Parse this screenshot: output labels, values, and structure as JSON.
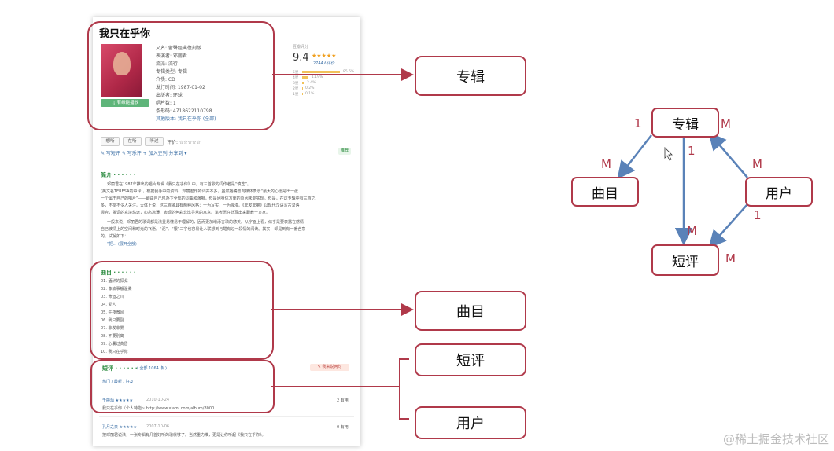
{
  "screenshot": {
    "album_title": "我只在乎你",
    "info_lines": [
      "又名: 留聲經典復刻版",
      "表演者: 邓丽君",
      "流派: 流行",
      "专辑类型: 专辑",
      "介质: CD",
      "发行时间: 1987-01-02",
      "出版者: 环球",
      "唱片数: 1",
      "条形码: 4718622110798",
      "其他版本: 我只在乎你 (全部)"
    ],
    "download_label": "♫ 有缘能播放",
    "rating_label": "豆瓣评分",
    "rating_value": "9.4",
    "rating_count": "2744人评价",
    "star_rows": [
      "5星",
      "4星",
      "3星",
      "2星",
      "1星"
    ],
    "star_pcts": [
      "85.6%",
      "11.9%",
      "2.4%",
      "0.2%",
      "0.1%"
    ],
    "actions": [
      "想听",
      "在听",
      "听过"
    ],
    "my_rating": "评价: ☆☆☆☆☆",
    "links": "✎ 写短评   ✎ 写乐评   + 加入豆列   分享到 ▾",
    "recommend": "推荐",
    "intro_title": "简介 · · · · · ·",
    "intro_lines": [
      "邓丽君在1987年推出的唱片专辑《我只在乎你》中，有三首歌的词作者是“慎芝”。",
      "(英文名TERESA的中译)，根据我手中的资料，邓丽君作的词并不多，虽然她确曾向媒体表示“最大的心愿是出一张",
      "一个属于自己的唱片”——即由自己包办下全部的词曲和演唱，但是因身体方面的原因未能实现。但是，在这专辑中有三首之",
      "多，不能不令人关注。大体上说，这三首歌具有两种风格：一为写实，一为浪漫。《非发非雾》以现代汉语写古汉语",
      "混合，歌词的意境悠远，心态凉薄，表现的色彩非比寻常的寓意。笔者愿在此写出来跟教于方家。",
      "一般来说，邓丽君的歌词都是浅显易懂易于理解的，因而更加增添言歌的悲美。从字面上看，似乎是要表露在感情",
      "自己被情上的空间和时光的飞逝。“泥”、“银”二字也容易让人联想到与酣有过一段情的阅读。其实，却是到有一番含意",
      "的。试解如下：",
      "“把... (展开全部)"
    ],
    "tracks_title": "曲目 · · · · · ·",
    "tracks": [
      "01. 酒醉的探戈",
      "02. 像故事般温柔",
      "03. 命运之川",
      "04. 爱人",
      "05. 午夜微风",
      "06. 我只要副",
      "07. 非发非雾",
      "08. 不要别离",
      "09. 心囊过黄昏",
      "10. 我只在乎你"
    ],
    "reviews_title": "短评 · · · · · ·",
    "reviews_count": "( 全部 1064 条 )",
    "reviews_button": "✎ 我来说两句",
    "reviews_tabs": "热门 / 最新 / 好友",
    "review1_user": "千般灿 ★★★★★",
    "review1_date": "2010-10-24",
    "review1_useful": "2 有用",
    "review1_text": "我只在乎你（个人特指~ http://www.xiami.com/album/8000",
    "review2_user": "孔月之泉 ★★★★★",
    "review2_date": "2007-10-06",
    "review2_useful": "0 有用",
    "review2_text": "按邓丽君说法，一张专辑有几首好听的歌就够了。当然重力推，更是让你听起《我只在乎你》。"
  },
  "callouts": {
    "album": "专辑",
    "tracks": "曲目",
    "short_review": "短评",
    "user": "用户"
  },
  "er_diagram": {
    "nodes": {
      "album": "专辑",
      "track": "曲目",
      "user": "用户",
      "review": "短评"
    },
    "cardinalities": {
      "album_left": "1",
      "album_right": "M",
      "track_top": "M",
      "album_down": "1",
      "review_top": "M",
      "user_top": "M",
      "user_down": "1",
      "review_right": "M"
    }
  },
  "colors": {
    "callout_border": "#b0394a",
    "arrow": "#5a82b8",
    "green_heading": "#2a8a3e"
  },
  "watermark": "@稀土掘金技术社区"
}
